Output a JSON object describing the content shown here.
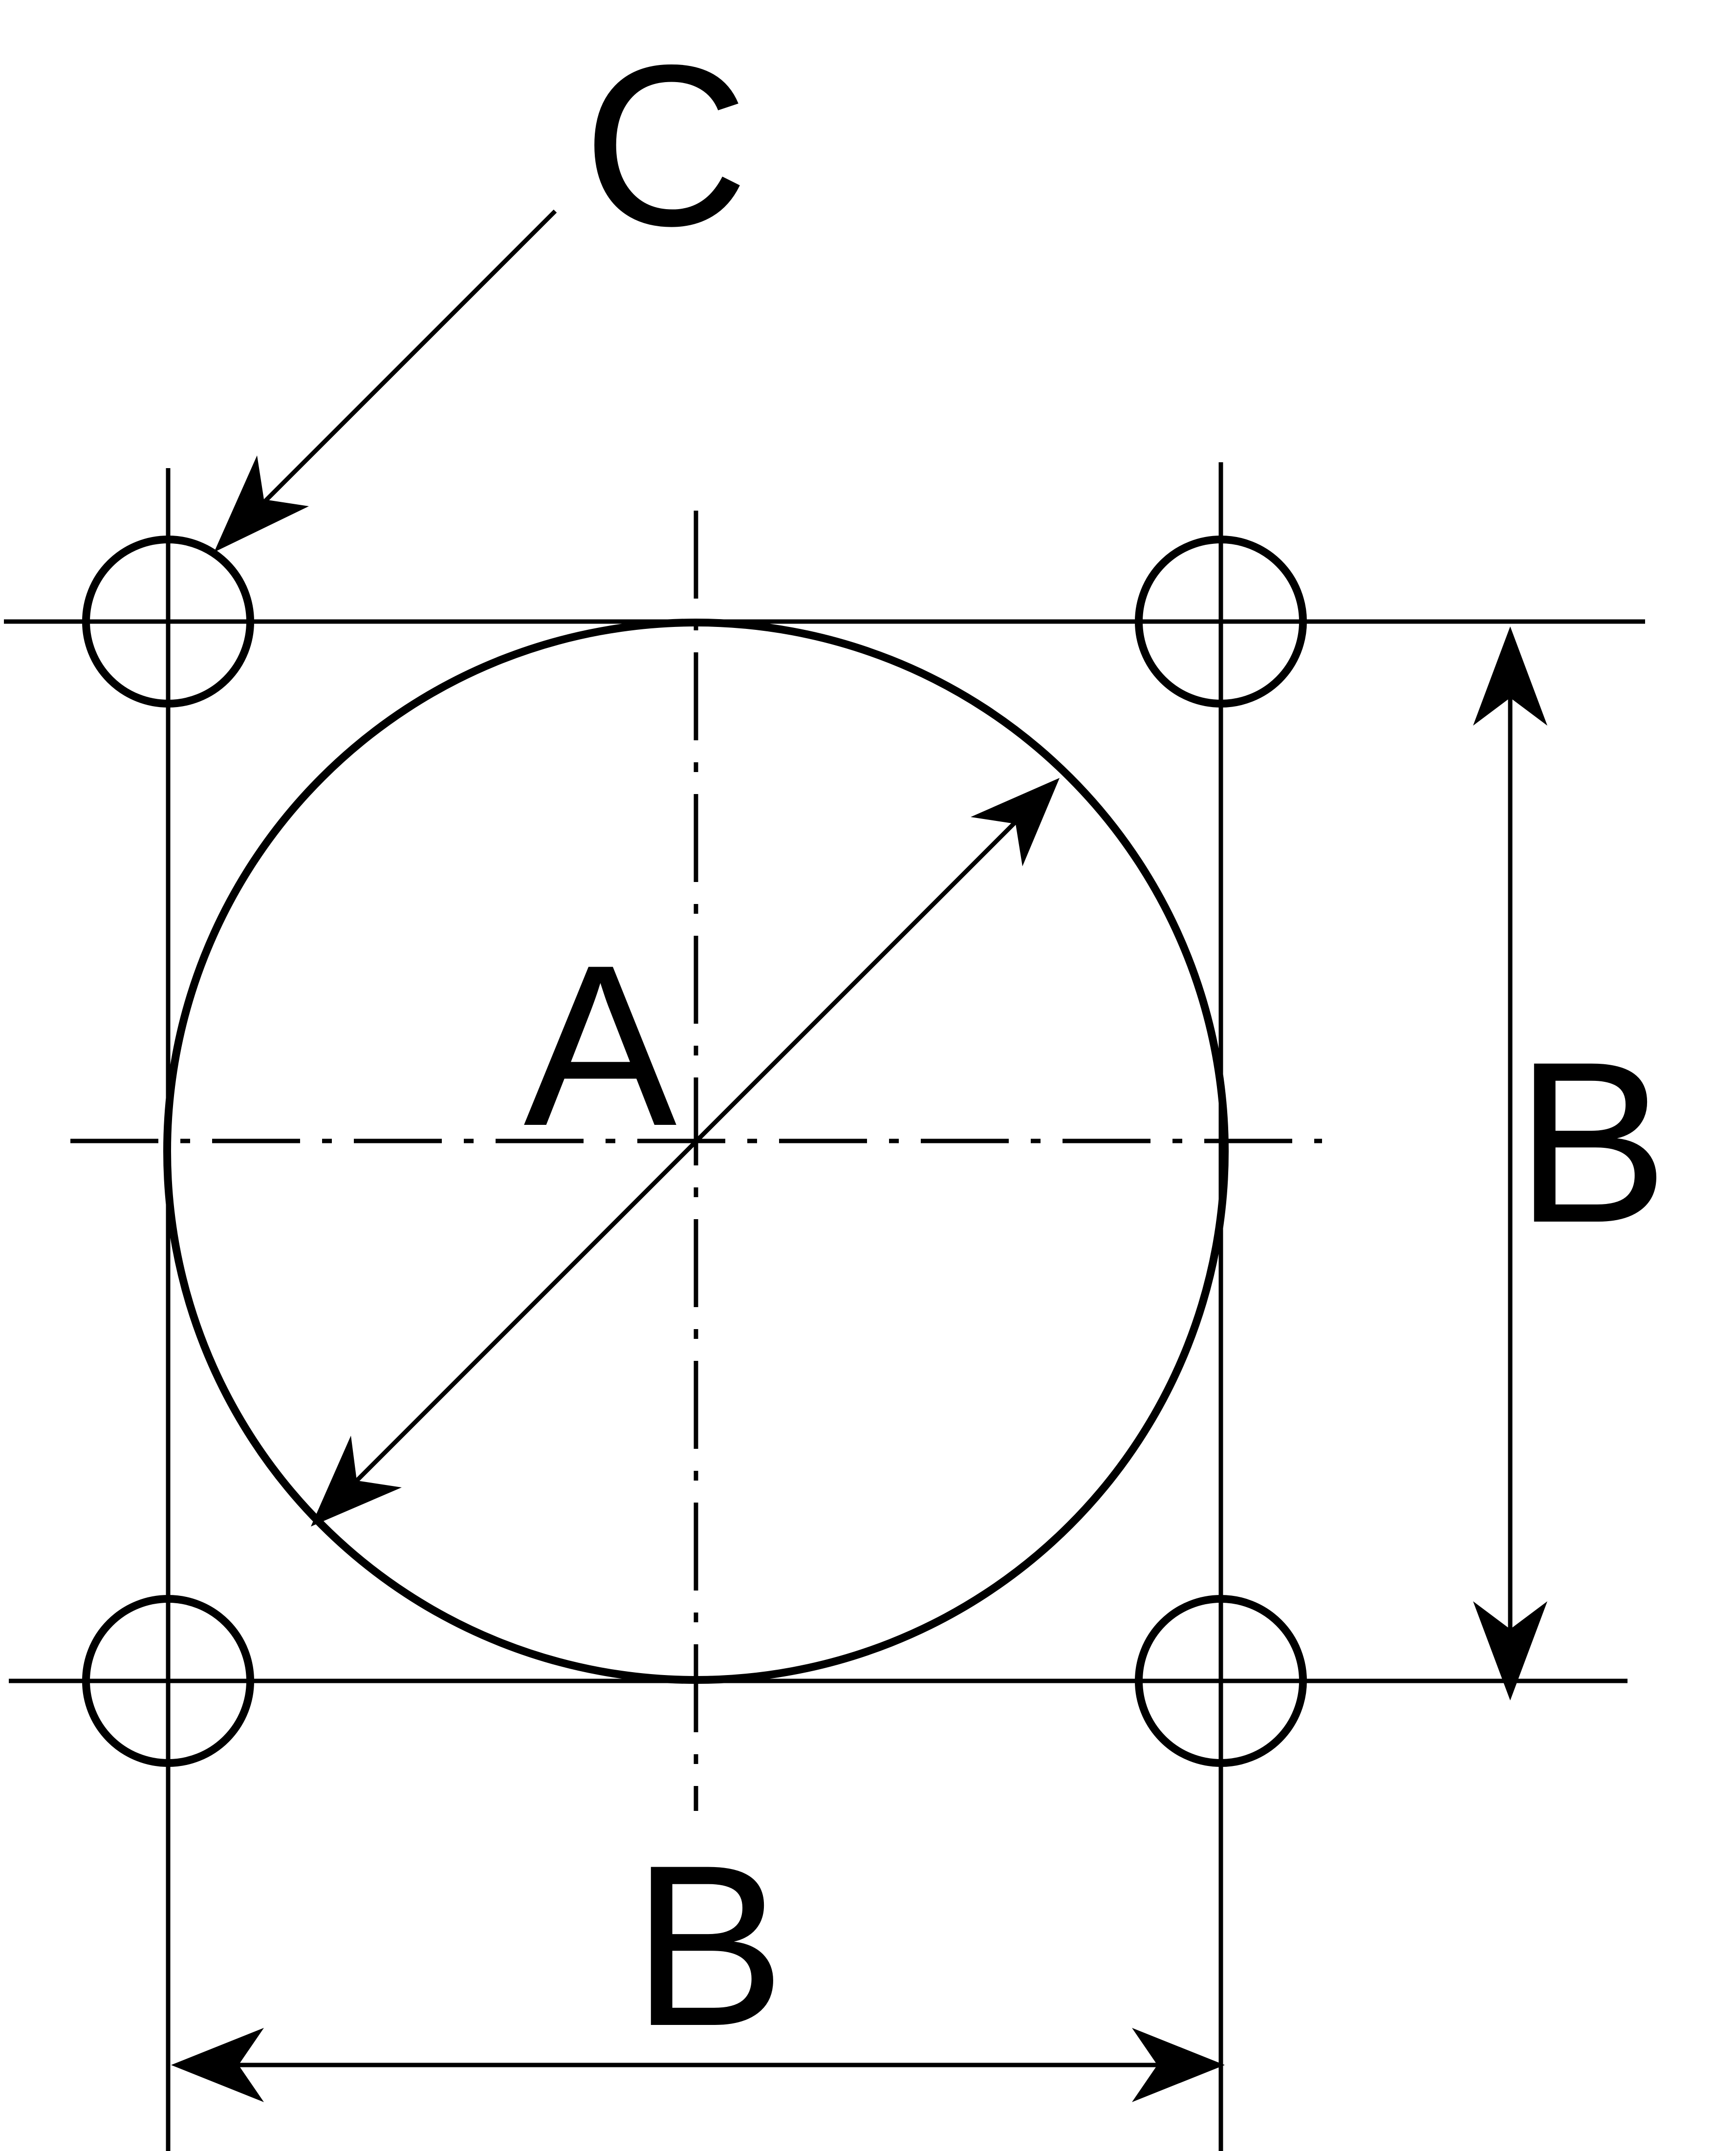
{
  "diagram": {
    "labels": {
      "diameter": "A",
      "spacing_vertical": "B",
      "spacing_horizontal": "B",
      "mounting_hole": "C"
    },
    "colors": {
      "line": "#000000",
      "background": "#ffffff"
    },
    "icons": {
      "dimension_arrow": "arrowhead",
      "leader_arrow": "arrowhead"
    }
  }
}
